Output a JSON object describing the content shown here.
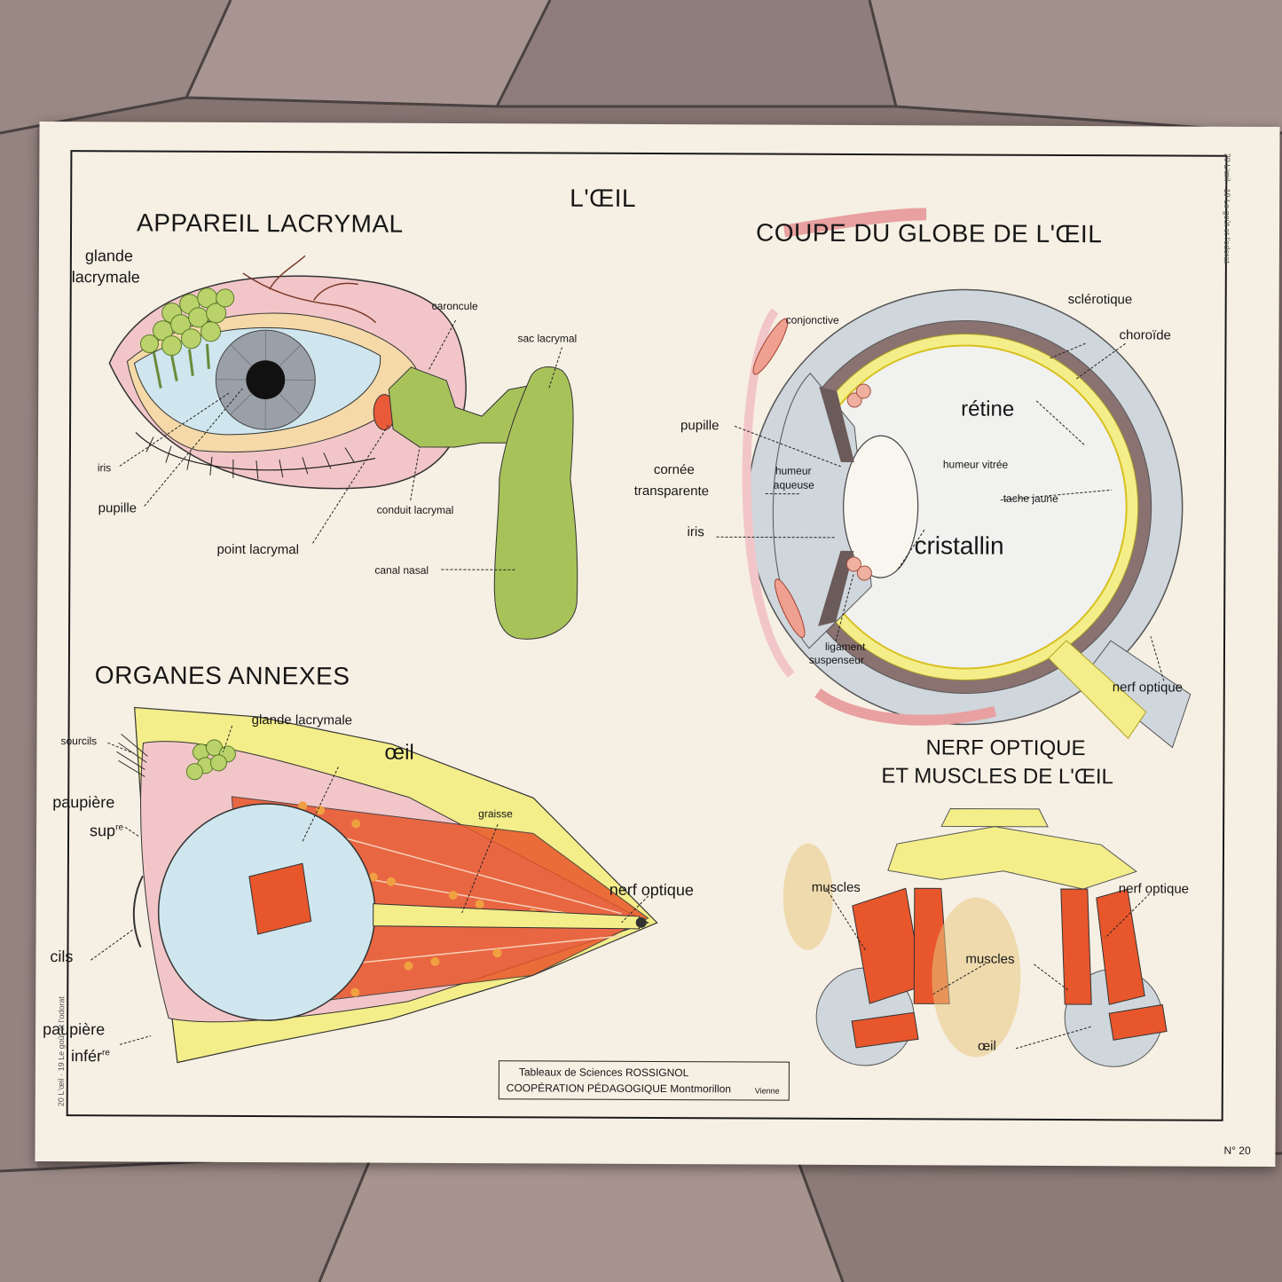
{
  "poster": {
    "title": "L'ŒIL",
    "number": "N° 20",
    "side_note": "20 L'œil · 19 Le goût et l'odorat",
    "credit": {
      "line1": "Tableaux de Sciences ROSSIGNOL",
      "line2": "COOPÉRATION PÉDAGOGIQUE Montmorillon",
      "line3": "Vienne"
    }
  },
  "sections": {
    "lacrymal": {
      "heading": "APPAREIL LACRYMAL",
      "labels": {
        "glande": "glande",
        "lacrymale": "lacrymale",
        "caroncule": "caroncule",
        "sac_lacrymal": "sac lacrymal",
        "iris": "iris",
        "pupille": "pupille",
        "conduit_lacrymal": "conduit lacrymal",
        "point_lacrymal": "point lacrymal",
        "canal_nasal": "canal nasal"
      }
    },
    "coupe": {
      "heading": "COUPE DU GLOBE DE L'ŒIL",
      "labels": {
        "conjonctive": "conjonctive",
        "sclerotique": "sclérotique",
        "choroide": "choroïde",
        "retine": "rétine",
        "pupille": "pupille",
        "cornee": "cornée",
        "transparente": "transparente",
        "humeur": "humeur",
        "aqueuse": "aqueuse",
        "humeur_vitree": "humeur vitrée",
        "tache_jaune": "tache jaune",
        "iris": "iris",
        "cristallin": "cristallin",
        "ligament": "ligament",
        "suspenseur": "suspenseur",
        "nerf_optique": "nerf optique"
      }
    },
    "annexes": {
      "heading": "ORGANES ANNEXES",
      "labels": {
        "glande_lacrymale": "glande lacrymale",
        "sourcils": "sourcils",
        "oeil": "œil",
        "paupiere_sup": "paupière",
        "sup": "sup",
        "sup_exp": "re",
        "graisse": "graisse",
        "nerf_optique": "nerf optique",
        "cils": "cils",
        "paupiere_inf": "paupière",
        "infer": "infér",
        "infer_exp": "re"
      }
    },
    "nerf": {
      "heading_line1": "NERF OPTIQUE",
      "heading_line2": "ET MUSCLES DE L'ŒIL",
      "labels": {
        "muscles_left": "muscles",
        "nerf_optique": "nerf optique",
        "muscles_center": "muscles",
        "oeil": "œil"
      }
    }
  },
  "colors": {
    "paper": "#f6f0e4",
    "pink": "#f2c6c8",
    "green": "#a8c25a",
    "muscle": "#e8562c",
    "yellow": "#f4ee8a",
    "grey": "#cfd6dc",
    "brown": "#8a7270"
  }
}
